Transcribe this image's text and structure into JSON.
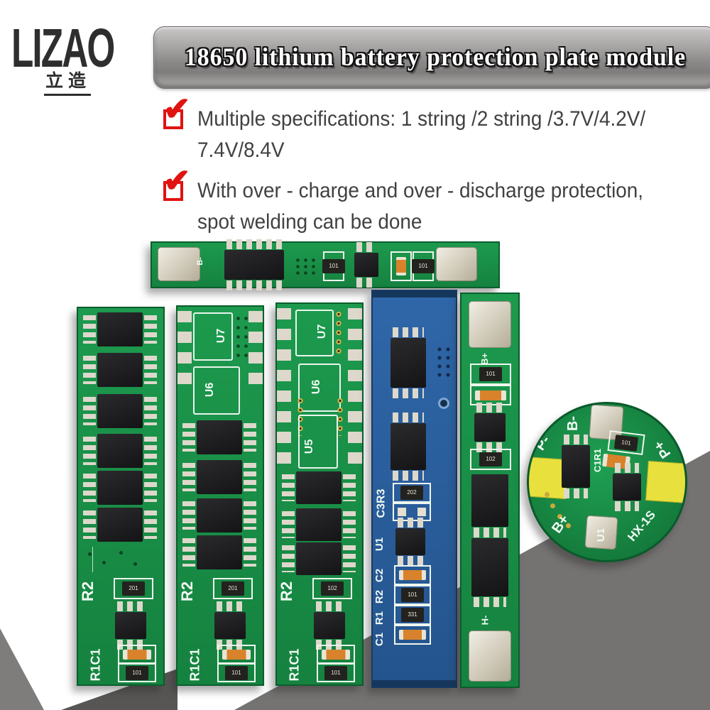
{
  "logo": {
    "brand": "LIZAO",
    "brand_cn": "立造"
  },
  "banner": {
    "title": "18650 lithium battery protection plate module"
  },
  "features": [
    {
      "line1": "Multiple specifications: 1 string /2 string /3.7V/4.2V/",
      "line2": "7.4V/8.4V"
    },
    {
      "line1": "With over - charge and over - discharge protection,",
      "line2": "spot welding can be done"
    }
  ],
  "colors": {
    "check_red": "#e01310",
    "banner_gray": "#8f8c8c",
    "text_dark": "#414141",
    "pcb_green": "#178f45",
    "pcb_blue": "#2a5c99",
    "ic_black": "#1b1b1d",
    "pad_silver": "#d9d3c2",
    "round_yellow": "#e8e13d",
    "wedge_gray": "#757272"
  },
  "boards": {
    "strip": {
      "bminus": "B-",
      "code1": "101",
      "code2": "101"
    },
    "v6": {
      "r2": "R2",
      "r2_code": "201",
      "r1c1": "R1C1",
      "r1_code": "101"
    },
    "v4": {
      "u7": "U7",
      "u6": "U6",
      "r2": "R2",
      "r2_code": "201",
      "r1c1": "R1C1",
      "r1_code": "101"
    },
    "v3": {
      "u7": "U7",
      "u6": "U6",
      "u5": "U5",
      "r2": "R2",
      "r2_code": "102",
      "r1c1": "R1C1",
      "r1_code": "101"
    },
    "blue": {
      "c3r3": "C3R3",
      "c3_code": "202",
      "u1": "U1",
      "c2": "C2",
      "r2": "R2",
      "r2_code": "101",
      "r1": "R1",
      "r1_code": "331",
      "c1": "C1"
    },
    "narrow": {
      "bplus": "B+",
      "code1": "101",
      "code2": "102",
      "hminus": "H-"
    },
    "round": {
      "pminus": "P-",
      "bminus": "B-",
      "pplus": "P+",
      "bplus": "B+",
      "u1": "U1",
      "model": "HX-1S",
      "c1r1": "C1R1",
      "code": "101"
    }
  }
}
